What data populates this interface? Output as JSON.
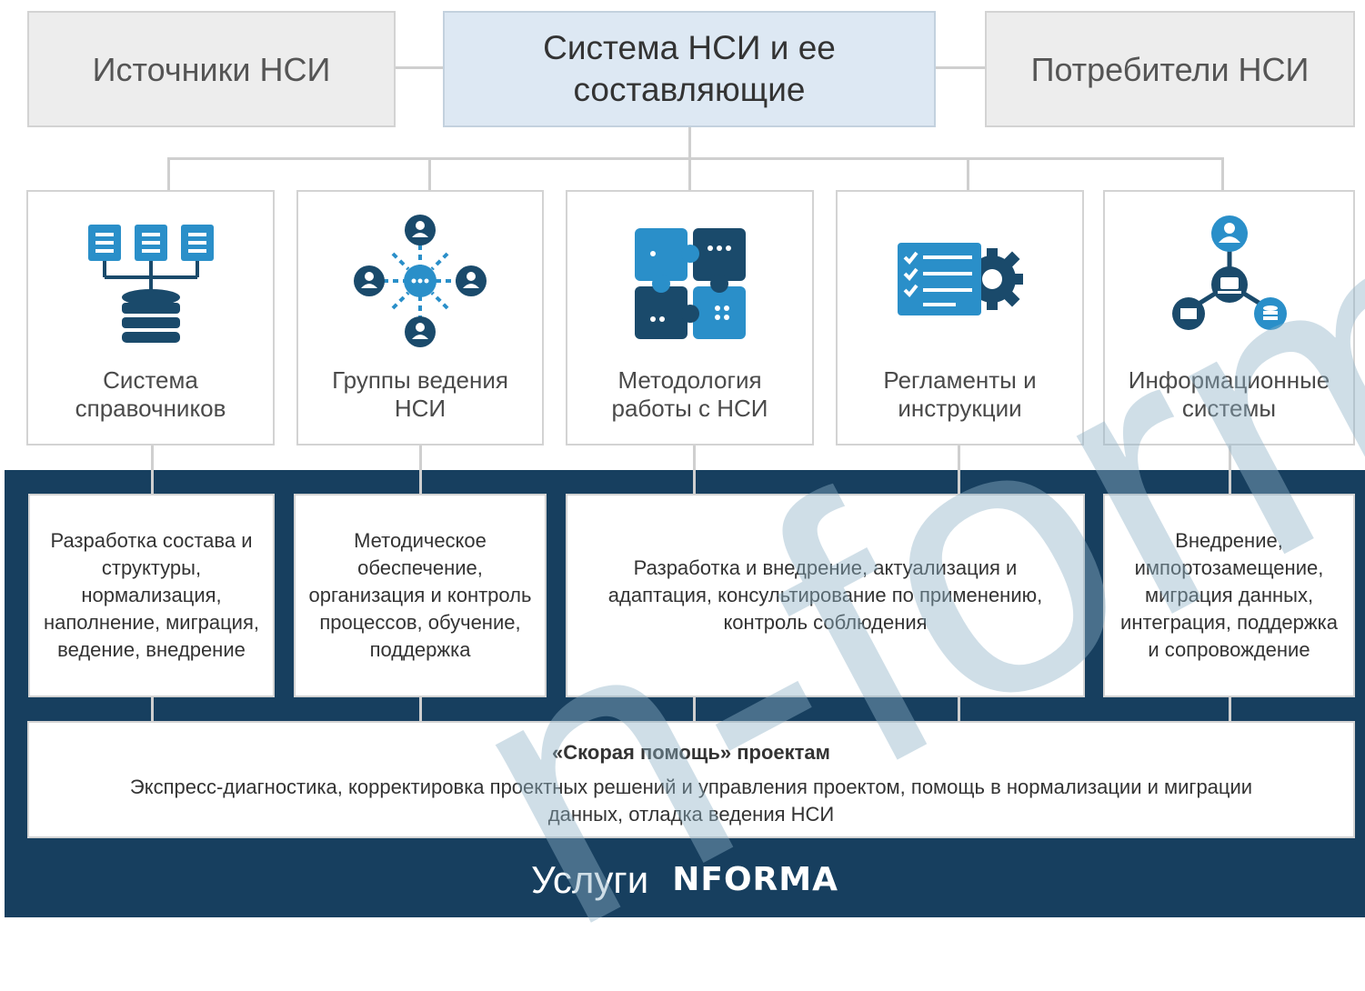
{
  "top": {
    "left": "Источники НСИ",
    "center": "Система НСИ и ее составляющие",
    "right": "Потребители НСИ"
  },
  "components": [
    {
      "label": "Система справочников",
      "icon": "database-directories-icon"
    },
    {
      "label": "Группы ведения НСИ",
      "icon": "team-network-icon"
    },
    {
      "label": "Методология работы с НСИ",
      "icon": "puzzle-icon"
    },
    {
      "label": "Регламенты и инструкции",
      "icon": "checklist-gear-icon"
    },
    {
      "label": "Информационные системы",
      "icon": "systems-network-icon"
    }
  ],
  "services": [
    "Разработка состава и структуры, нормализация, наполнение, миграция, ведение, внедрение",
    "Методическое обеспечение, организация и контроль процессов, обучение, поддержка",
    "Разработка и внедрение, актуализация и адаптация, консультирование по применению, контроль соблюдения",
    "Внедрение, импортозамещение, миграция данных, интеграция, поддержка и сопровождение"
  ],
  "emergency": {
    "title": "«Скорая помощь» проектам",
    "body": "Экспресс-диагностика, корректировка проектных решений и управления проектом, помощь в нормализации и миграции данных, отладка ведения НСИ"
  },
  "footer": {
    "label": "Услуги",
    "logo": "NFORMA"
  },
  "watermark": "n-forma",
  "colors": {
    "band": "#173f5f",
    "icon_dark": "#1a4a6b",
    "icon_light": "#2a8fc9",
    "top_center_fill": "#dde8f3",
    "top_side_fill": "#ededed"
  }
}
